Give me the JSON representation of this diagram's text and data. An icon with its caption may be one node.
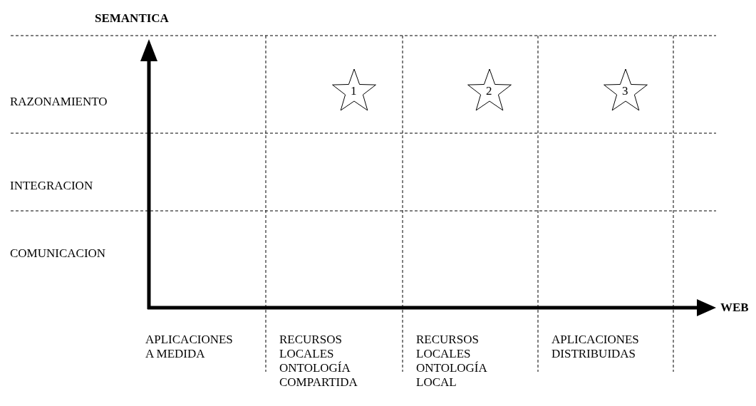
{
  "diagram": {
    "nodes": [
      {
        "text": [
          "1"
        ]
      },
      {
        "text": [
          "2"
        ]
      },
      {
        "text": [
          "3"
        ]
      }
    ],
    "edges": [],
    "labels": [
      "SEMANTICA",
      "RAZONAMIENTO",
      "INTEGRACION",
      "COMUNICACION",
      "WEB",
      "APLICACIONES A MEDIDA",
      "RECURSOS LOCALES ONTOLOGÍA COMPARTIDA",
      "RECURSOS LOCALES ONTOLOGÍA LOCAL",
      "APLICACIONES DISTRIBUIDAS"
    ]
  }
}
